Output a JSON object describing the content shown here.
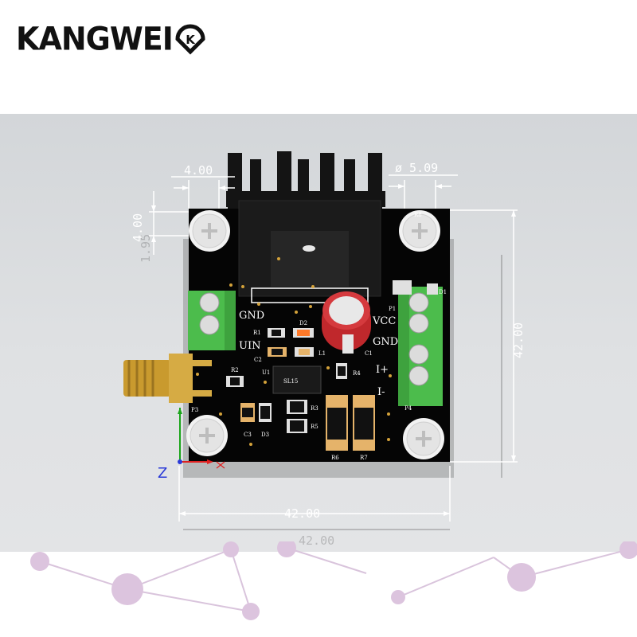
{
  "brand": {
    "logo_text": "KANGWEI",
    "logo_mark": "K"
  },
  "dimensions": {
    "hole_offset_x": "4.00",
    "hole_offset_y": "4.00",
    "hole_diameter": "ø 5.09",
    "board_height": "42.00",
    "board_width": "42.00",
    "ghost_side": "1.95",
    "ghost_width": "42.00"
  },
  "silkscreen": {
    "gnd_left": "GND",
    "uin": "UIN",
    "vcc": "VCC",
    "gnd_right": "GND",
    "i_plus": "I+",
    "i_minus": "I-",
    "r1": "R1",
    "d2": "D2",
    "c2": "C2",
    "l1": "L1",
    "c1": "C1",
    "u1": "U1",
    "r2": "R2",
    "r4": "R4",
    "p3": "P3",
    "p4": "P4",
    "c3": "C3",
    "d3": "D3",
    "r3": "R3",
    "r5": "R5",
    "r6": "R6",
    "r7": "R7",
    "d1": "D1",
    "p1": "P1",
    "r8": "R8",
    "ic_mark": "SL15"
  },
  "axes": {
    "z": "Z"
  },
  "colors": {
    "pcb": "#050505",
    "terminal": "#4cbc4c",
    "capacitor": "#c0282c",
    "heatsink": "#141414",
    "sma": "#c99a2e",
    "dimension_line": "#ffffff"
  }
}
